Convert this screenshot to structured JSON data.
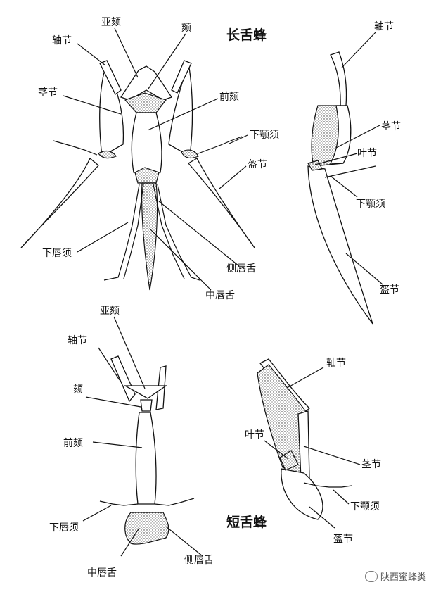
{
  "figures": {
    "long": {
      "title": "长舌蜂",
      "labels": {
        "galea_top": "亚颏",
        "mentum": "颏",
        "cardo": "轴节",
        "stipes": "茎节",
        "prementum": "前颏",
        "maxpalp": "下颚须",
        "galea": "盔节",
        "labpalp": "下唇须",
        "paraglossa": "侧唇舌",
        "glossa": "中唇舌"
      }
    },
    "long_side": {
      "labels": {
        "cardo": "轴节",
        "stipes": "茎节",
        "lacinia": "叶节",
        "maxpalp": "下颚须",
        "galea": "盔节"
      }
    },
    "short": {
      "title": "短舌蜂",
      "labels": {
        "submentum": "亚颏",
        "cardo": "轴节",
        "mentum": "颏",
        "prementum": "前颏",
        "labpalp": "下唇须",
        "glossa": "中唇舌",
        "paraglossa": "侧唇舌"
      }
    },
    "short_side": {
      "labels": {
        "cardo": "轴节",
        "lacinia": "叶节",
        "stipes": "茎节",
        "maxpalp": "下颚须",
        "galea": "盔节"
      }
    }
  },
  "watermark": {
    "text": "陕西蜜蜂类",
    "icon": "wechat-icon"
  }
}
